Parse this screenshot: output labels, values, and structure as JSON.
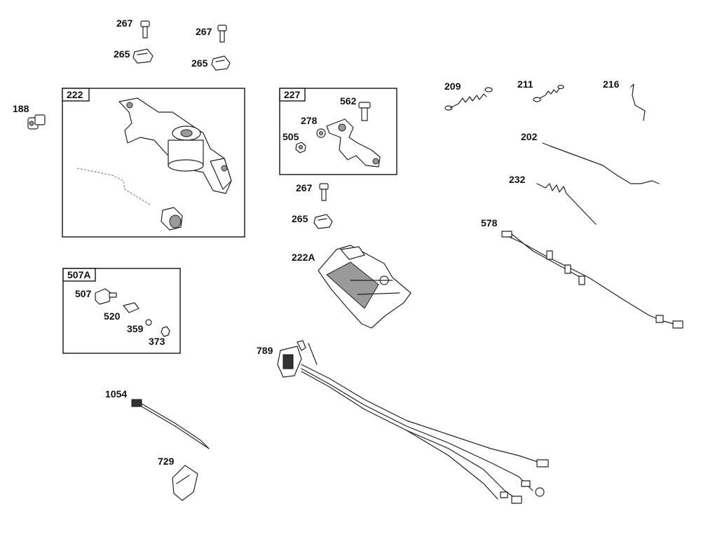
{
  "diagram": {
    "boxes": [
      {
        "id": "222"
      },
      {
        "id": "227"
      },
      {
        "id": "507A"
      }
    ],
    "labels": {
      "p267a": "267",
      "p267b": "267",
      "p265a": "265",
      "p265b": "265",
      "p188": "188",
      "p222": "222",
      "p227": "227",
      "p562": "562",
      "p278": "278",
      "p505": "505",
      "p267c": "267",
      "p265c": "265",
      "p222A": "222A",
      "p209": "209",
      "p211": "211",
      "p216": "216",
      "p202": "202",
      "p232": "232",
      "p578": "578",
      "p507A": "507A",
      "p507": "507",
      "p520": "520",
      "p359": "359",
      "p373": "373",
      "p789": "789",
      "p1054": "1054",
      "p729": "729"
    }
  }
}
